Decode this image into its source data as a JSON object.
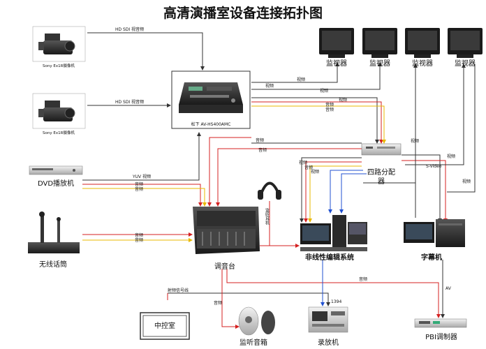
{
  "title": "高清演播室设备连接拓扑图",
  "devices": {
    "camera1": "Sony Ex1R摄像机",
    "camera2": "Sony Ex1R摄像机",
    "switcher": "松下 AV-HS400AMC",
    "monitors": [
      "监视器",
      "监视器",
      "监视器",
      "监视器"
    ],
    "dvd": "DVD播放机",
    "mic": "无线话筒",
    "headphone": "监听耳机",
    "distributor_line1": "四路分配",
    "distributor_line2": "器",
    "mixer": "调音台",
    "nle": "非线性编辑系统",
    "character_gen": "字幕机",
    "control_room": "中控室",
    "speakers": "监听音箱",
    "recorder": "录放机",
    "modulator": "PBI调制器"
  },
  "signals": {
    "hd_sdi_1": "HD SDI 视音频",
    "hd_sdi_2": "HD SDI 视音频",
    "video_a": "视频",
    "video_b": "视频",
    "video_c": "视频",
    "video_d": "视频",
    "video_e": "视频",
    "audio_a": "音频",
    "audio_b": "音频",
    "audio_c": "音频",
    "yuv_video": "YUV 视频",
    "dvd_audio1": "音频",
    "dvd_audio2": "音频",
    "mic_audio1": "音频",
    "mic_audio2": "音频",
    "dist_video1": "视频",
    "dist_audio1": "音频",
    "dist_audio2": "音频",
    "svideo_video": "视频",
    "svideo": "S-Video",
    "video_right": "视频",
    "video_far": "视频",
    "rf_line": "射频信号线",
    "mixer_out_audio": "音频",
    "speaker_audio": "音频",
    "ieee1394": "1394",
    "av": "AV"
  },
  "colors": {
    "red": "#d42020",
    "yellow": "#e8b800",
    "blue": "#2050d0",
    "gray": "#555555"
  }
}
